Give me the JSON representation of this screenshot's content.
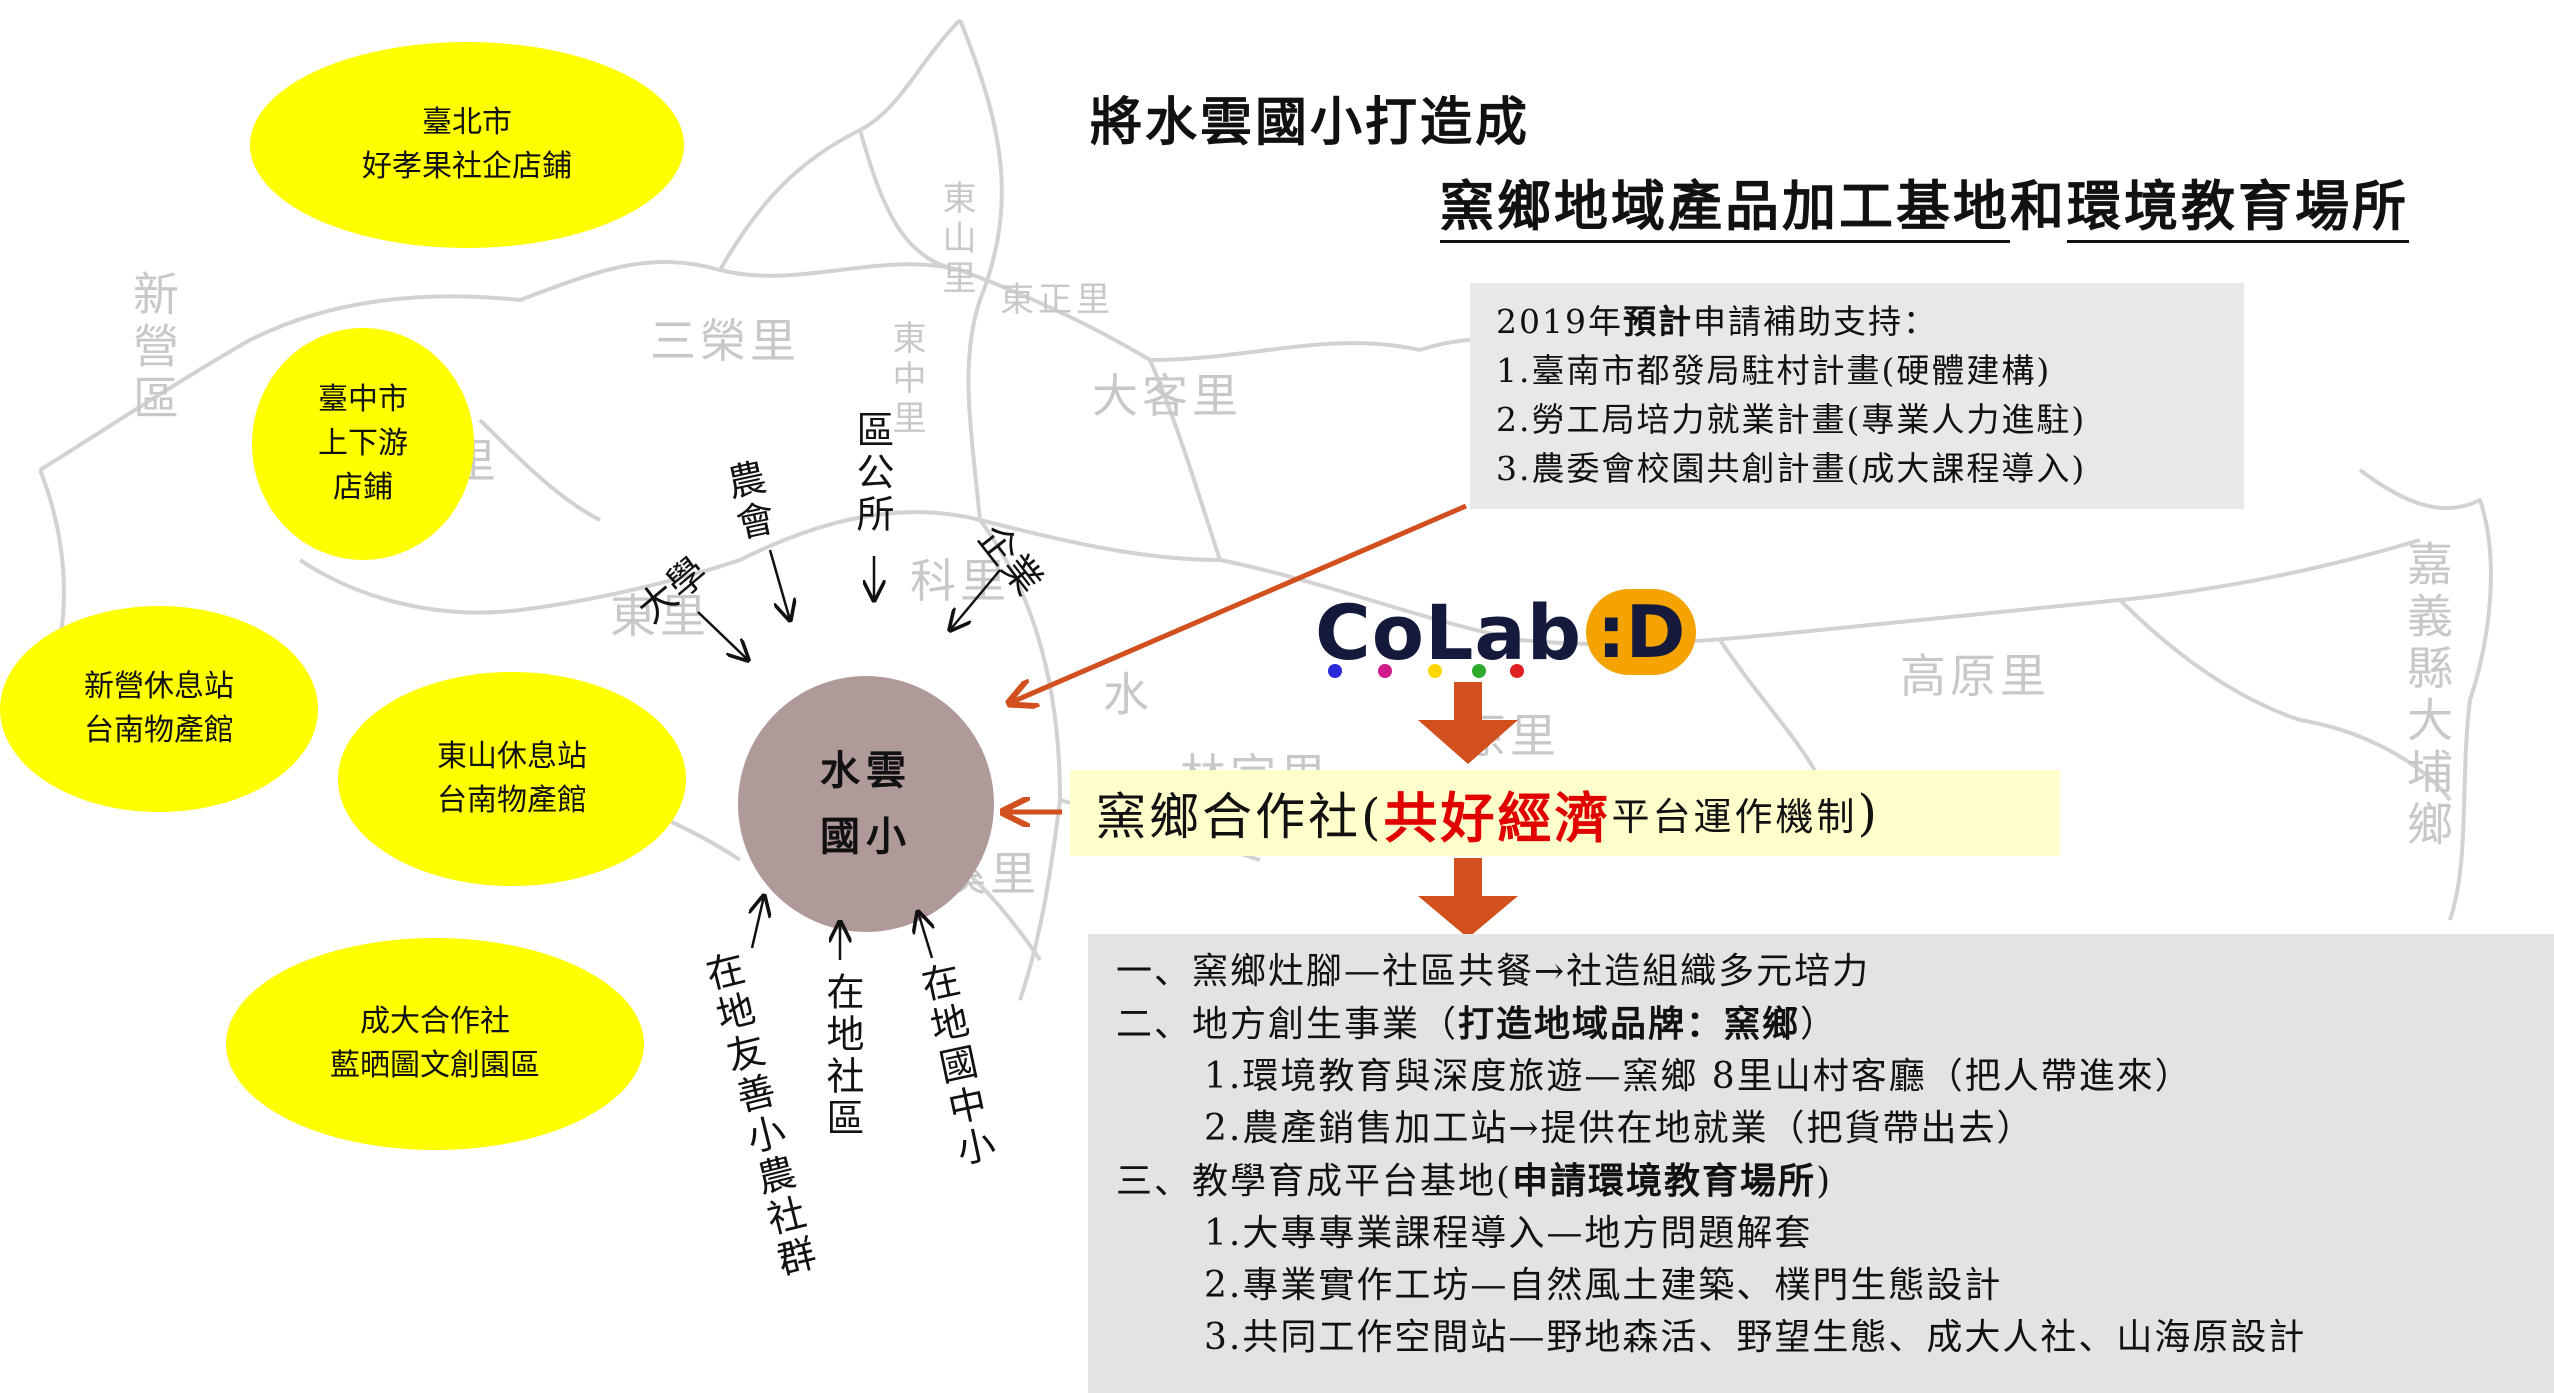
{
  "title": {
    "line1": "將水雲國小打造成",
    "line2a": "窯鄉地域產品加工基地",
    "line2b": "和",
    "line2c": "環境教育場所"
  },
  "map_labels": {
    "xinying": "新營區",
    "sanrong": "三榮里",
    "dongshan": "東山里",
    "dongzheng": "東正里",
    "dongzhong": "東中里",
    "dake": "大客里",
    "kexin": "科里",
    "kexin2": "科",
    "dongli": "東里",
    "gaoyuan": "高原里",
    "jiayi": "嘉義縣大埔鄉",
    "shui": "水",
    "xitou": "溪里",
    "yuan": "原里",
    "linli": "林宗里",
    "zhi": "里"
  },
  "partners": {
    "taipei": [
      "臺北市",
      "好孝果社企店鋪"
    ],
    "taichung": [
      "臺中市",
      "上下游",
      "店鋪"
    ],
    "xinying_rest": [
      "新營休息站",
      "台南物產館"
    ],
    "dongshan_rest": [
      "東山休息站",
      "台南物產館"
    ],
    "chengda": [
      "成大合作社",
      "藍晒圖文創園區"
    ]
  },
  "center": {
    "line1": "水雲",
    "line2": "國小"
  },
  "stakeholders": {
    "university": "大學",
    "farmers_assoc": "農會",
    "district_office": "區公所",
    "enterprise": "企業",
    "local_farmers": "在地友善小農社群",
    "local_community": "在地社區",
    "local_junior_high": "在地國中小"
  },
  "support": {
    "line1_a": "2019年",
    "line1_b": "預計",
    "line1_c": "申請補助支持：",
    "item1": "1.臺南市都發局駐村計畫(硬體建構)",
    "item2": "2.勞工局培力就業計畫(專業人力進駐)",
    "item3": "3.農委會校園共創計畫(成大課程導入)"
  },
  "logo": {
    "text": "CoLab",
    "suffix": ":D",
    "dot_colors": [
      "#2a2adc",
      "#d01c8b",
      "#ffd700",
      "#2eaa2e",
      "#e02020"
    ]
  },
  "coop": {
    "a": "窯鄉合作社(",
    "red": "共好經濟",
    "small": "平台運作機制",
    "close": ")"
  },
  "plan": {
    "l1": "一、窯鄉灶腳—社區共餐→社造組織多元培力",
    "l2a": "二、地方創生事業（",
    "l2b": "打造地域品牌：窯鄉",
    "l2c": "）",
    "l3": "1.環境教育與深度旅遊—窯鄉 8里山村客廳（把人帶進來）",
    "l4": "2.農產銷售加工站→提供在地就業（把貨帶出去）",
    "l5a": "三、教學育成平台基地(",
    "l5b": "申請環境教育場所",
    "l5c": ")",
    "l6": "1.大專專業課程導入—地方問題解套",
    "l7": "2.專業實作工坊—自然風土建築、樸門生態設計",
    "l8": "3.共同工作空間站—野地森活、野望生態、成大人社、山海原設計"
  },
  "colors": {
    "ellipse": "#ffff00",
    "center": "#b09999",
    "arrow": "#d2501e",
    "map_stroke": "#d0d0d0",
    "accent_red": "#e00000"
  }
}
